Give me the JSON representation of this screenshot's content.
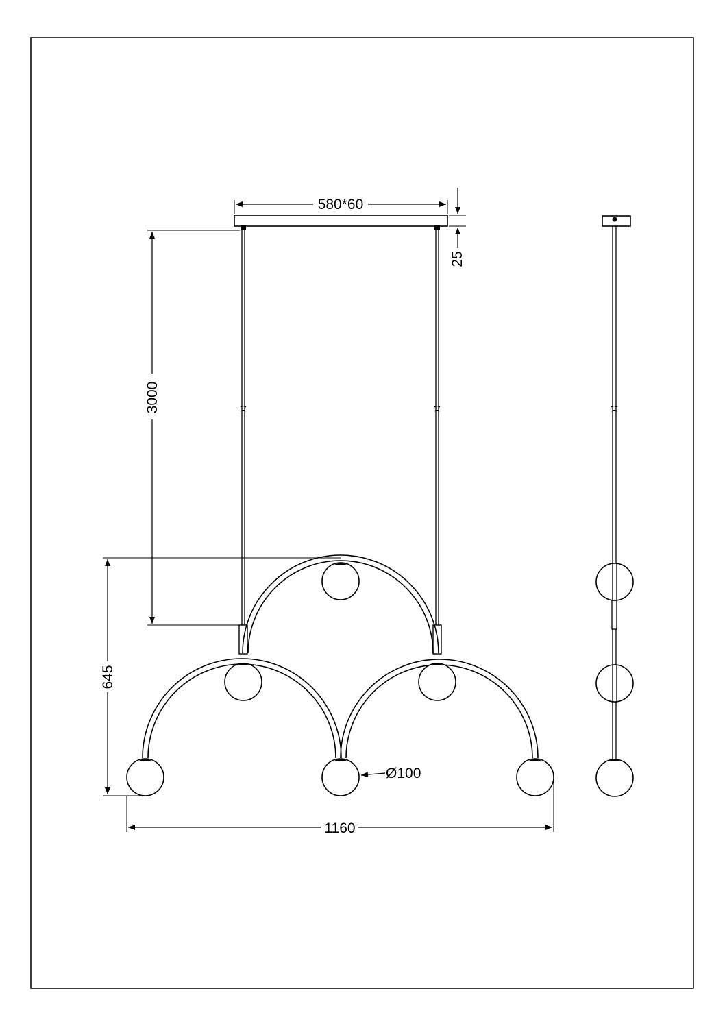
{
  "dimensions": {
    "canopy": "580*60",
    "canopy_height": "25",
    "cable_length": "3000",
    "fixture_height": "645",
    "globe_diameter": "Ø100",
    "overall_width": "1160"
  },
  "colors": {
    "line": "#000000",
    "background": "#ffffff"
  }
}
